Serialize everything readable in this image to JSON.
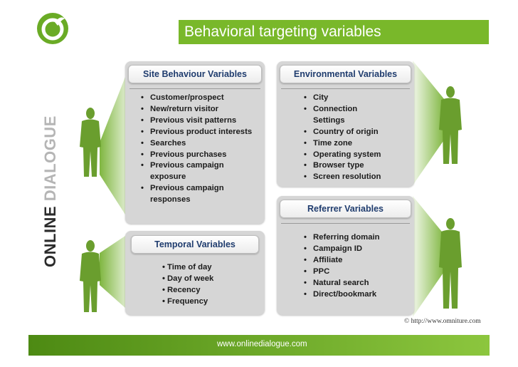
{
  "header": {
    "title": "Behavioral targeting variables"
  },
  "brand": {
    "word1": "ONLINE",
    "word2": "DIALOGUE"
  },
  "panels": {
    "site": {
      "title": "Site Behaviour Variables",
      "items": [
        "Customer/prospect",
        "New/return visitor",
        "Previous visit patterns",
        "Previous product interests",
        "Searches",
        "Previous purchases",
        "Previous campaign exposure",
        "Previous campaign responses"
      ]
    },
    "environmental": {
      "title": "Environmental Variables",
      "items": [
        "City",
        "Connection Settings",
        "Country of origin",
        "Time zone",
        "Operating system",
        "Browser type",
        "Screen resolution"
      ]
    },
    "temporal": {
      "title": "Temporal Variables",
      "items": [
        "Time of day",
        "Day of week",
        "Recency",
        "Frequency"
      ]
    },
    "referrer": {
      "title": "Referrer Variables",
      "items": [
        "Referring domain",
        "Campaign ID",
        "Affiliate",
        "PPC",
        "Natural search",
        "Direct/bookmark"
      ]
    }
  },
  "copyright": "© http://www.omniture.com",
  "footer": {
    "url": "www.onlinedialogue.com"
  },
  "colors": {
    "accent": "#79b82a",
    "person": "#6a9e2e",
    "panel": "#d6d6d6",
    "heading": "#1f3c6e"
  }
}
